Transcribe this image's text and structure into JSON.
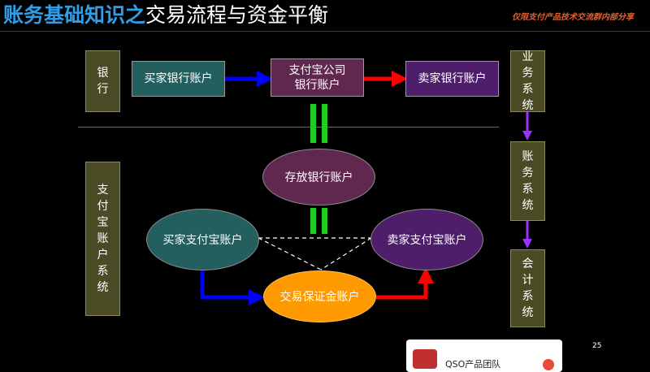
{
  "title": {
    "part1": "账务基础知识之",
    "part2": "交易流程与资金平衡"
  },
  "subtitle": "仅限支付产品技术交流群内部分享",
  "side_labels": {
    "bank": "银行",
    "alipay_system": "支付宝账户系统",
    "business_system": "业务系统",
    "account_system": "账务系统",
    "accounting_system": "会计系统"
  },
  "boxes": {
    "buyer_bank": "买家银行账户",
    "alipay_bank": "支付宝公司\n银行账户",
    "seller_bank": "卖家银行账户"
  },
  "ovals": {
    "deposit": "存放银行账户",
    "buyer_alipay": "买家支付宝账户",
    "seller_alipay": "卖家支付宝账户",
    "escrow": "交易保证金账户"
  },
  "colors": {
    "blue_arrow": "#0000ff",
    "red_arrow": "#ff0000",
    "green_link": "#22cc22",
    "purple_arrow": "#9b30ff"
  },
  "page_number": "25",
  "card": {
    "text": "QSO产品团队"
  }
}
